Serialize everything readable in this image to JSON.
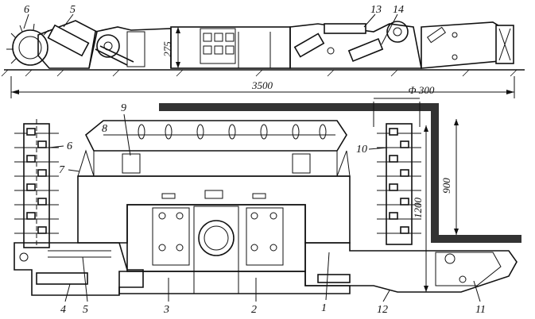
{
  "dimensions": {
    "height_275": "275",
    "length_3500": "3500",
    "diameter_300": "Φ 300",
    "height_1200": "1200",
    "height_900": "900"
  },
  "callouts": {
    "c1": "1",
    "c2": "2",
    "c3": "3",
    "c4": "4",
    "c5": "5",
    "c6": "6",
    "c7": "7",
    "c8": "8",
    "c9": "9",
    "c10": "10",
    "c11": "11",
    "c12": "12",
    "c13": "13",
    "c14": "14",
    "top_c5": "5",
    "top_c6": "6"
  }
}
